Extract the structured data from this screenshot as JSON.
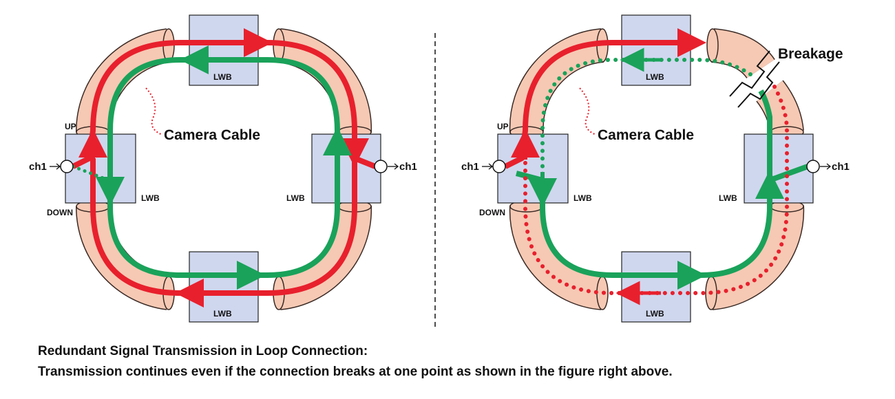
{
  "colors": {
    "cable_fill": "#f6c9b4",
    "cable_stroke": "#3a2a25",
    "box_fill": "#cfd7ee",
    "box_stroke": "#222222",
    "red_path": "#e8202d",
    "green_path": "#1aa25a"
  },
  "labels": {
    "lwb": "LWB",
    "up": "UP",
    "down": "DOWN",
    "ch1": "ch1",
    "camera_cable": "Camera Cable",
    "breakage": "Breakage"
  },
  "caption": {
    "line1": "Redundant Signal Transmission in Loop Connection:",
    "line2": "Transmission continues even if the connection breaks at one point as shown in the figure right above."
  }
}
